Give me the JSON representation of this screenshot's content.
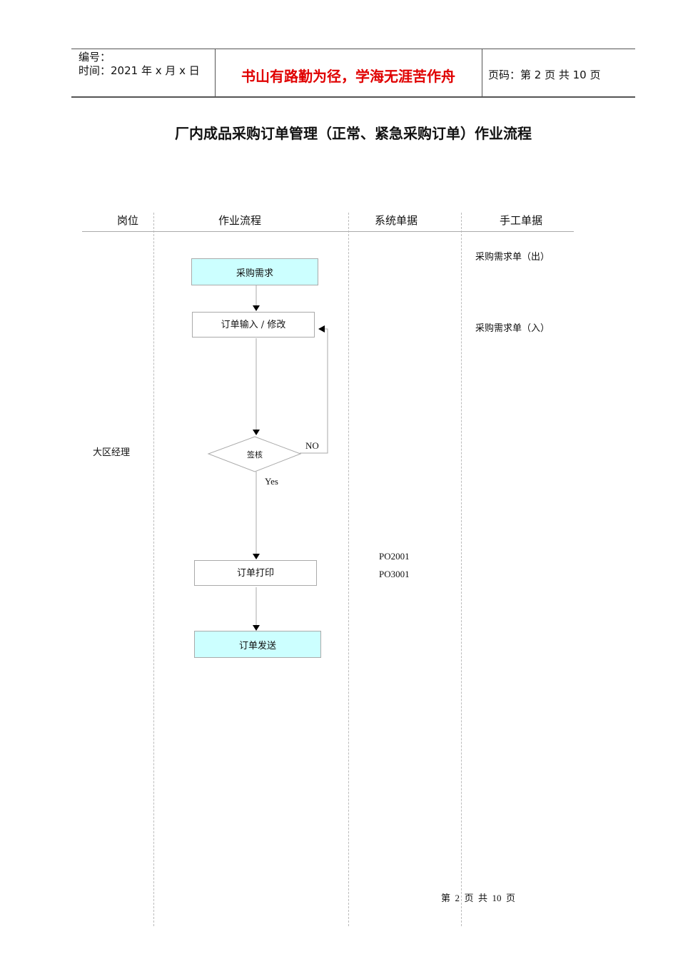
{
  "header": {
    "number_label": "编号：",
    "date_label": "时间：2021 年 x 月 x 日",
    "motto": "书山有路勤为径，学海无涯苦作舟",
    "page_info": "页码：第 2 页  共 10 页"
  },
  "title": "厂内成品采购订单管理（正常、紧急采购订单）作业流程",
  "columns": [
    "岗位",
    "作业流程",
    "系统单据",
    "手工单据"
  ],
  "role": "大区经理",
  "flow": {
    "step1": "采购需求",
    "step2": "订单输入 / 修改",
    "decision": "签核",
    "no_label": "NO",
    "yes_label": "Yes",
    "step3": "订单打印",
    "step4": "订单发送"
  },
  "system_docs": [
    "PO2001",
    "PO3001"
  ],
  "manual_docs": [
    "采购需求单（出）",
    "采购需求单（入）"
  ],
  "footer": {
    "text": "第  2  页  共  10  页"
  },
  "colors": {
    "motto": "#e00000",
    "process_fill": "#ccffff"
  }
}
